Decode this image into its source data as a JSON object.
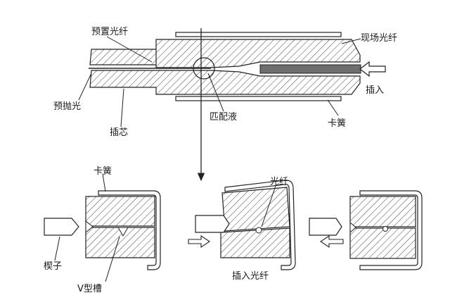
{
  "labels": {
    "preset_fiber": "预置光纤",
    "field_fiber": "现场光纤",
    "pre_polish": "预抛光",
    "ferrule": "插芯",
    "matching_fluid": "匹配液",
    "insert": "插入",
    "spring_clip_top": "卡簧",
    "spring_clip": "卡簧",
    "fiber": "光纤",
    "wedge": "楔子",
    "v_groove": "V型槽",
    "insert_fiber": "插入光纤"
  }
}
